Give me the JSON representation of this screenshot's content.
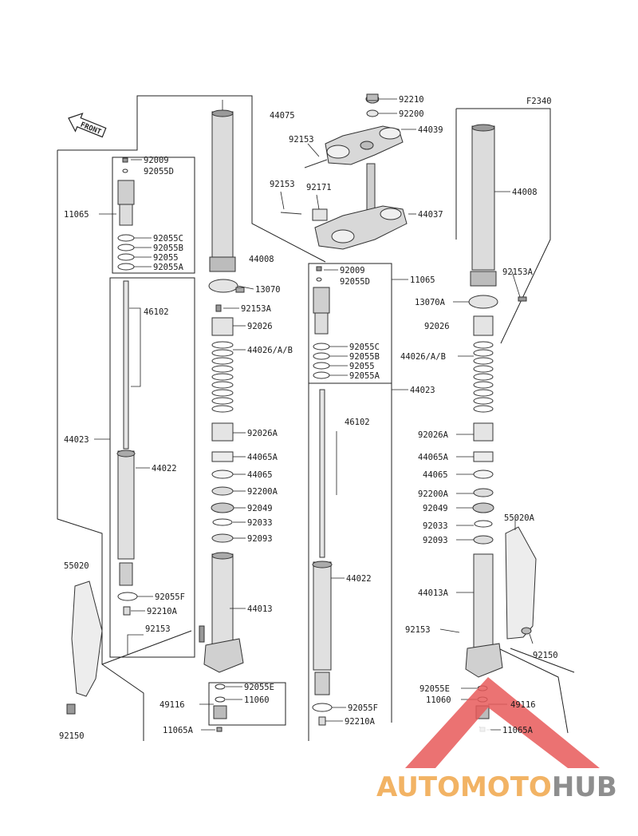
{
  "figure_code": "F2340",
  "front_label": "FRONT",
  "watermark": {
    "brand_a": "AUTOMOTO",
    "brand_b": "HUB",
    "color_a": "#f0a64a",
    "color_b": "#7b7b7b",
    "triangle_color": "#e85a5a"
  },
  "labels": {
    "l44075": "44075",
    "l92210_top": "92210",
    "l92200": "92200",
    "l44039": "44039",
    "l92153_a": "92153",
    "l92153_b": "92153",
    "l92171": "92171",
    "l44037": "44037",
    "l92009_l": "92009",
    "l92055D_l": "92055D",
    "l11065_l": "11065",
    "l92055C_l": "92055C",
    "l92055B_l": "92055B",
    "l92055_l": "92055",
    "l92055A_l": "92055A",
    "l46102_l": "46102",
    "l44023_l": "44023",
    "l44022_l": "44022",
    "l55020": "55020",
    "l92055F_l": "92055F",
    "l92210A_l": "92210A",
    "l92153_l": "92153",
    "l92150_l": "92150",
    "l44008_c": "44008",
    "l13070": "13070",
    "l92153A_c": "92153A",
    "l92026_c": "92026",
    "l44026_c": "44026/A/B",
    "l92026A_c": "92026A",
    "l44065A_c": "44065A",
    "l44065_c": "44065",
    "l92200A_c": "92200A",
    "l92049_c": "92049",
    "l92033_c": "92033",
    "l92093_c": "92093",
    "l44013_c": "44013",
    "l92055E_c": "92055E",
    "l49116_c": "49116",
    "l11060_c": "11060",
    "l11065A_c": "11065A",
    "l92009_m": "92009",
    "l92055D_m": "92055D",
    "l11065_m": "11065",
    "l92055C_m": "92055C",
    "l92055B_m": "92055B",
    "l92055_m": "92055",
    "l92055A_m": "92055A",
    "l44023_m": "44023",
    "l46102_m": "46102",
    "l44022_m": "44022",
    "l92055F_m": "92055F",
    "l92210A_m": "92210A",
    "l44008_r": "44008",
    "l92153A_r": "92153A",
    "l13070A_r": "13070A",
    "l92026_r": "92026",
    "l44026_r": "44026/A/B",
    "l92026A_r": "92026A",
    "l44065A_r": "44065A",
    "l44065_r": "44065",
    "l92200A_r": "92200A",
    "l92049_r": "92049",
    "l92033_r": "92033",
    "l92093_r": "92093",
    "l55020A": "55020A",
    "l44013A_r": "44013A",
    "l92153_r": "92153",
    "l92150_r": "92150",
    "l92055E_r": "92055E",
    "l11060_r": "11060",
    "l49116_r": "49116",
    "l11065A_r": "11065A"
  }
}
